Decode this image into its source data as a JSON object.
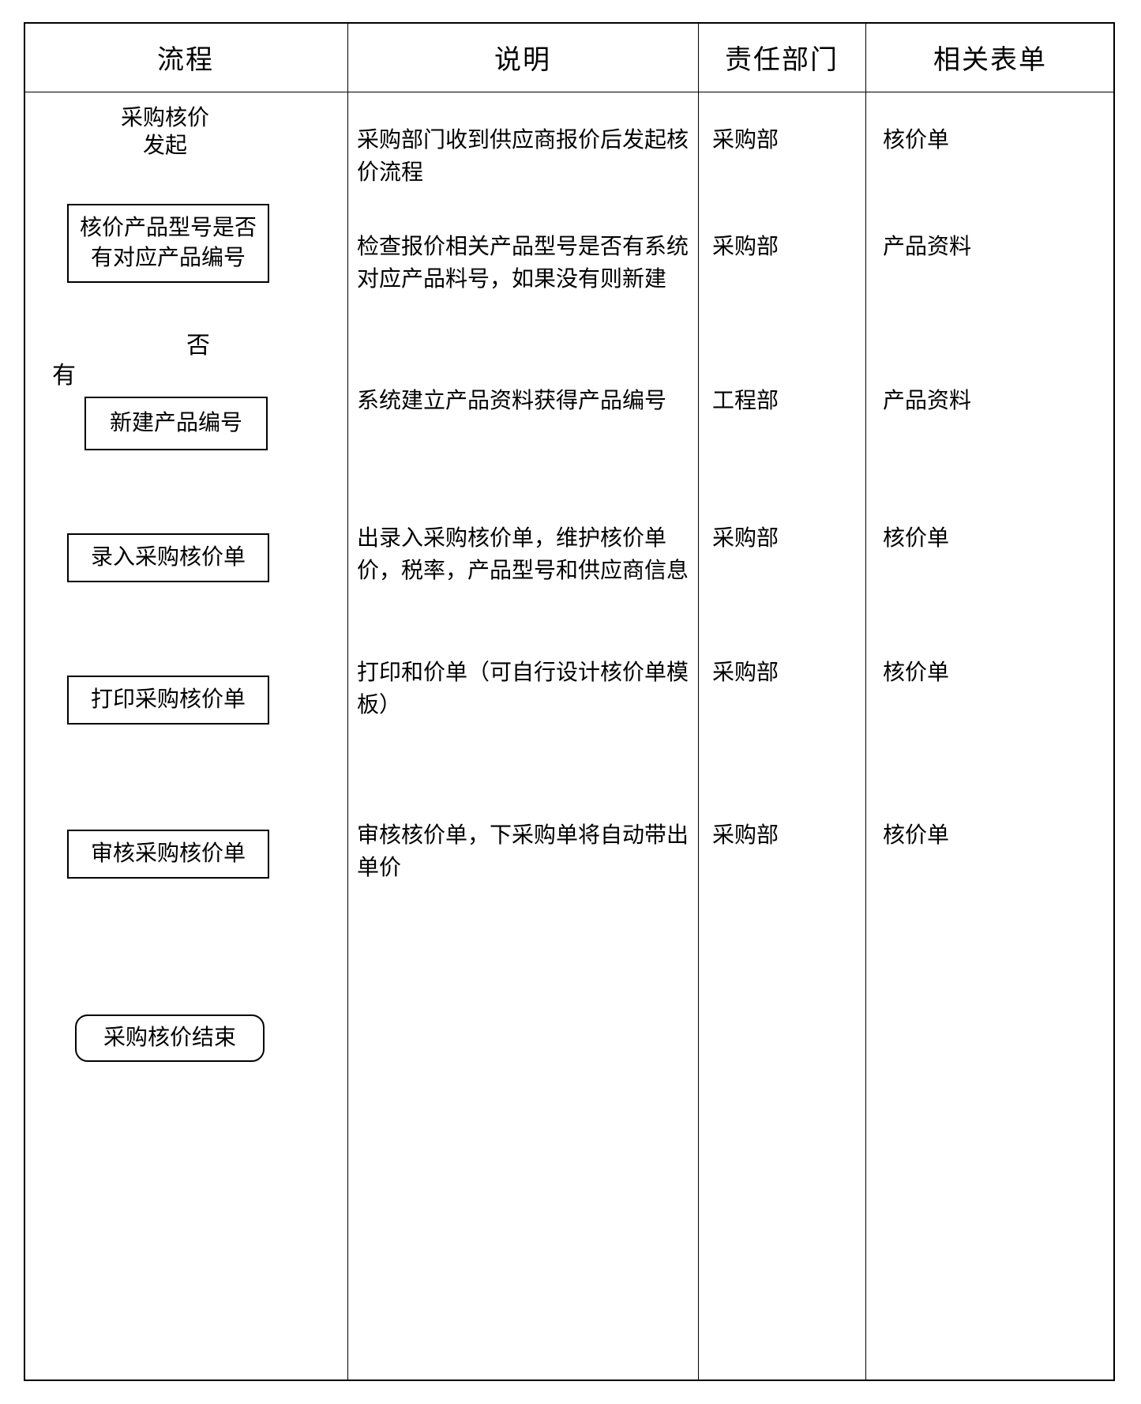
{
  "header": {
    "col_process": "流程",
    "col_description": "说明",
    "col_department": "责任部门",
    "col_forms": "相关表单"
  },
  "flowchart": {
    "start": "采购核价\n发起",
    "decision": "核价产品型号是否\n有对应产品编号",
    "create_product": "新建产品编号",
    "enter_price": "录入采购核价单",
    "print_price": "打印采购核价单",
    "review_price": "审核采购核价单",
    "end": "采购核价结束",
    "label_no": "否",
    "label_yes": "有"
  },
  "rows": [
    {
      "description": "采购部门收到供应商报价后发起核价流程",
      "department": "采购部",
      "form": "核价单"
    },
    {
      "description": "检查报价相关产品型号是否有系统对应产品料号，如果没有则新建",
      "department": "采购部",
      "form": "产品资料"
    },
    {
      "description": "系统建立产品资料获得产品编号",
      "department": "工程部",
      "form": "产品资料"
    },
    {
      "description": "出录入采购核价单，维护核价单价，税率，产品型号和供应商信息",
      "department": "采购部",
      "form": "核价单"
    },
    {
      "description": "打印和价单（可自行设计核价单模板）",
      "department": "采购部",
      "form": "核价单"
    },
    {
      "description": "审核核价单，下采购单将自动带出单价",
      "department": "采购部",
      "form": "核价单"
    }
  ],
  "colors": {
    "line": "#000000",
    "background": "#ffffff"
  }
}
